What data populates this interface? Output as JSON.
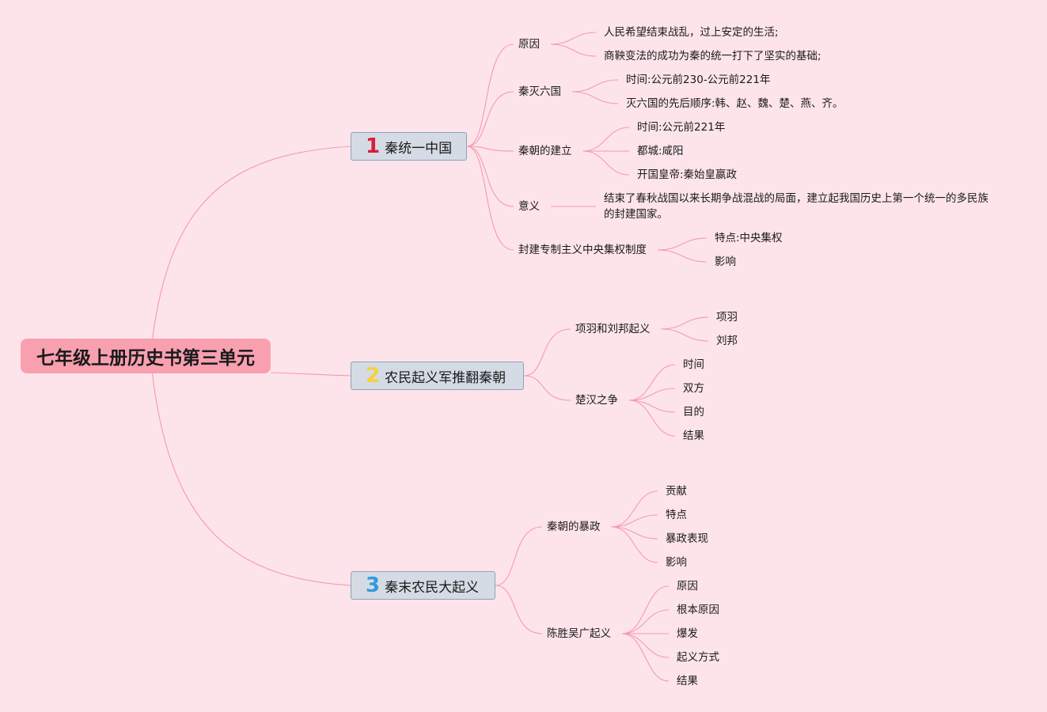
{
  "root": {
    "label": "七年级上册历史书第三单元"
  },
  "branches": [
    {
      "id": "b1",
      "number": "1",
      "label": "秦统一中国",
      "children": [
        {
          "id": "b1c1",
          "label": "原因",
          "children": [
            {
              "id": "b1c1a",
              "label": "人民希望结束战乱，过上安定的生活;"
            },
            {
              "id": "b1c1b",
              "label": "商鞅变法的成功为秦的统一打下了坚实的基础;"
            }
          ]
        },
        {
          "id": "b1c2",
          "label": "秦灭六国",
          "children": [
            {
              "id": "b1c2a",
              "label": "时间:公元前230-公元前221年"
            },
            {
              "id": "b1c2b",
              "label": "灭六国的先后顺序:韩、赵、魏、楚、燕、齐。"
            }
          ]
        },
        {
          "id": "b1c3",
          "label": "秦朝的建立",
          "children": [
            {
              "id": "b1c3a",
              "label": "时间:公元前221年"
            },
            {
              "id": "b1c3b",
              "label": "都城:咸阳"
            },
            {
              "id": "b1c3c",
              "label": "开国皇帝:秦始皇嬴政"
            }
          ]
        },
        {
          "id": "b1c4",
          "label": "意义",
          "children": [
            {
              "id": "b1c4a",
              "label": "结束了春秋战国以来长期争战混战的局面，建立起我国历史上第一个统一的多民族的封建国家。"
            }
          ]
        },
        {
          "id": "b1c5",
          "label": "封建专制主义中央集权制度",
          "children": [
            {
              "id": "b1c5a",
              "label": "特点:中央集权"
            },
            {
              "id": "b1c5b",
              "label": "影响"
            }
          ]
        }
      ]
    },
    {
      "id": "b2",
      "number": "2",
      "label": "农民起义军推翻秦朝",
      "children": [
        {
          "id": "b2c1",
          "label": "项羽和刘邦起义",
          "children": [
            {
              "id": "b2c1a",
              "label": "项羽"
            },
            {
              "id": "b2c1b",
              "label": "刘邦"
            }
          ]
        },
        {
          "id": "b2c2",
          "label": "楚汉之争",
          "children": [
            {
              "id": "b2c2a",
              "label": "时间"
            },
            {
              "id": "b2c2b",
              "label": "双方"
            },
            {
              "id": "b2c2c",
              "label": "目的"
            },
            {
              "id": "b2c2d",
              "label": "结果"
            }
          ]
        }
      ]
    },
    {
      "id": "b3",
      "number": "3",
      "label": "秦末农民大起义",
      "children": [
        {
          "id": "b3c1",
          "label": "秦朝的暴政",
          "children": [
            {
              "id": "b3c1a",
              "label": "贡献"
            },
            {
              "id": "b3c1b",
              "label": "特点"
            },
            {
              "id": "b3c1c",
              "label": "暴政表现"
            },
            {
              "id": "b3c1d",
              "label": "影响"
            }
          ]
        },
        {
          "id": "b3c2",
          "label": "陈胜吴广起义",
          "children": [
            {
              "id": "b3c2a",
              "label": "原因"
            },
            {
              "id": "b3c2b",
              "label": "根本原因"
            },
            {
              "id": "b3c2c",
              "label": "爆发"
            },
            {
              "id": "b3c2d",
              "label": "起义方式"
            },
            {
              "id": "b3c2e",
              "label": "结果"
            }
          ]
        }
      ]
    }
  ],
  "colors": {
    "background": "#fde4ea",
    "root_fill": "#f8a0b0",
    "branch_fill": "#d5dbe4",
    "branch_border": "#8fa2b8",
    "link": "#f49ab0",
    "num_1": "#d81e3a",
    "num_2": "#f5d23c",
    "num_3": "#2f9be0"
  }
}
